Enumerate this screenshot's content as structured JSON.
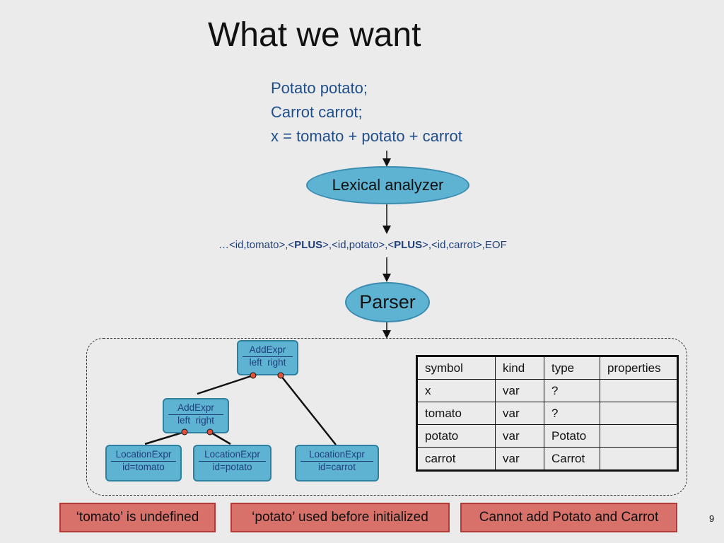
{
  "title": "What we want",
  "code": {
    "line1": "Potato potato;",
    "line2": "Carrot carrot;",
    "line3": "x = tomato + potato + carrot"
  },
  "lexer": {
    "label": "Lexical analyzer"
  },
  "tokens": {
    "p1": "…<id,tomato>,<",
    "plus1": "PLUS",
    "p2": ">,<id,potato>,<",
    "plus2": "PLUS",
    "p3": ">,<id,carrot>,EOF"
  },
  "parser": {
    "label": "Parser"
  },
  "ast": {
    "add_top": {
      "name": "AddExpr",
      "fields": "left  right"
    },
    "add_inner": {
      "name": "AddExpr",
      "fields": "left  right"
    },
    "loc_tomato": {
      "name": "LocationExpr",
      "id": "id=tomato"
    },
    "loc_potato": {
      "name": "LocationExpr",
      "id": "id=potato"
    },
    "loc_carrot": {
      "name": "LocationExpr",
      "id": "id=carrot"
    }
  },
  "symbol_table": {
    "headers": [
      "symbol",
      "kind",
      "type",
      "properties"
    ],
    "rows": [
      [
        "x",
        "var",
        "?",
        ""
      ],
      [
        "tomato",
        "var",
        "?",
        ""
      ],
      [
        "potato",
        "var",
        "Potato",
        ""
      ],
      [
        "carrot",
        "var",
        "Carrot",
        ""
      ]
    ]
  },
  "errors": {
    "e1": "‘tomato’ is undefined",
    "e2": "‘potato’ used before initialized",
    "e3": "Cannot add Potato and Carrot"
  },
  "page_number": "9",
  "colors": {
    "node_fill": "#5eb3d3",
    "error_fill": "#d9716b",
    "code_text": "#1f4e8c"
  }
}
